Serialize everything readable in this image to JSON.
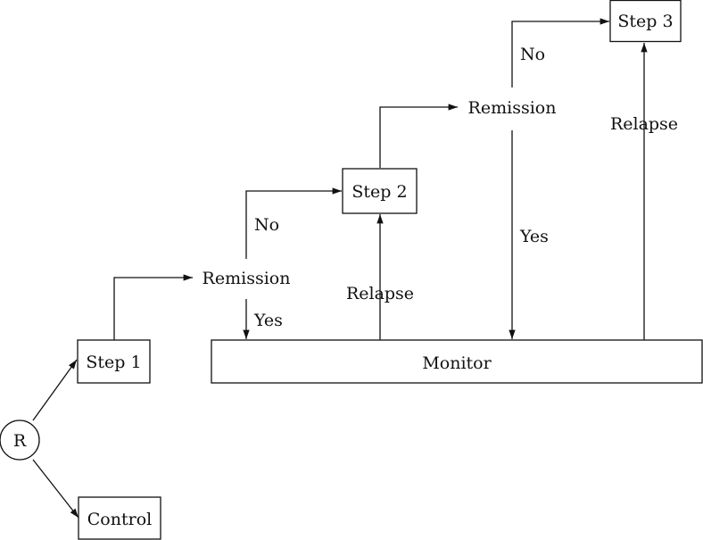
{
  "nodes": {
    "randomize": "R",
    "step1": "Step 1",
    "control": "Control",
    "remission1": "Remission",
    "step2": "Step 2",
    "remission2": "Remission",
    "step3": "Step 3",
    "monitor": "Monitor"
  },
  "edge_labels": {
    "no1": "No",
    "yes1": "Yes",
    "relapse1": "Relapse",
    "no2": "No",
    "yes2": "Yes",
    "relapse2": "Relapse"
  },
  "colors": {
    "stroke": "#111111",
    "background": "#ffffff"
  }
}
